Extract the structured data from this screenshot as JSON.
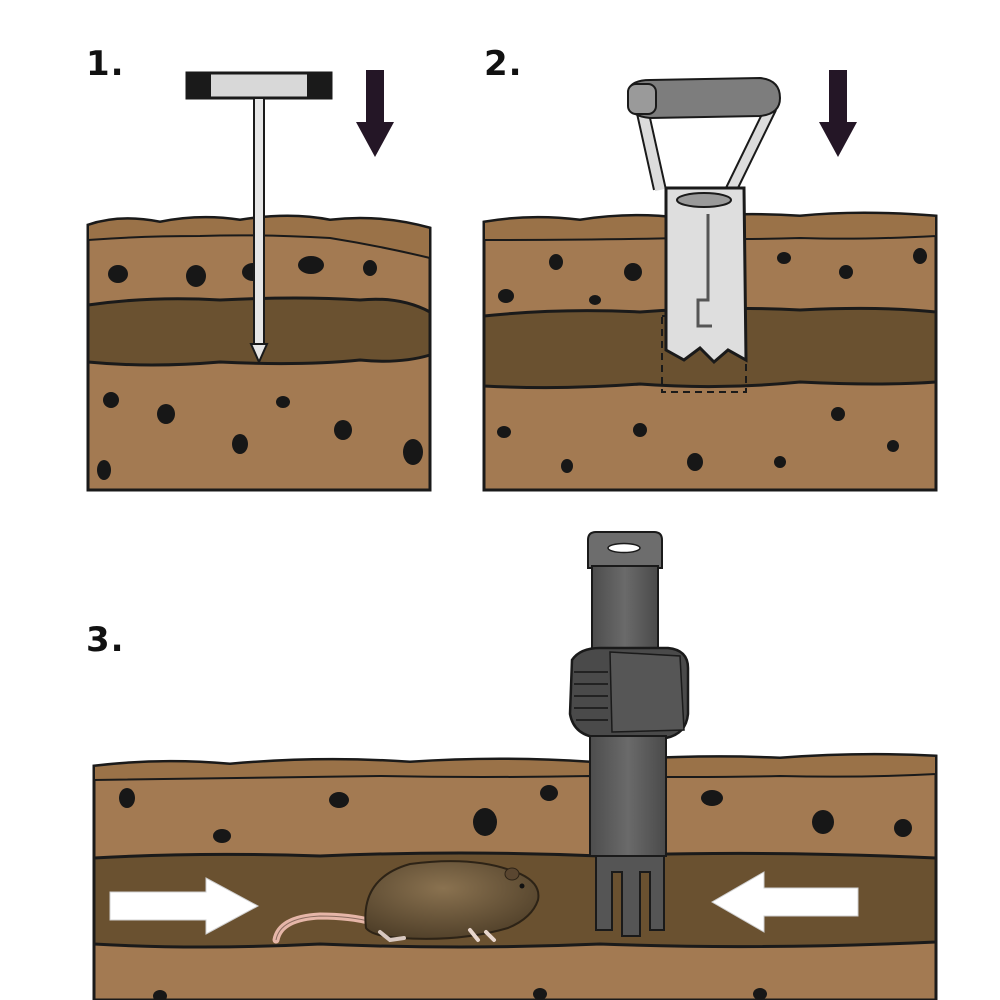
{
  "steps": [
    {
      "number": "1."
    },
    {
      "number": "2."
    },
    {
      "number": "3."
    }
  ],
  "colors": {
    "soil": "#a37a52",
    "soil_top": "#9a7248",
    "tunnel": "#6a5130",
    "stone": "#171717",
    "arrow_dark": "#241626",
    "tool_gray": "#5b5b5b",
    "probe_metal": "#d8d8d8"
  },
  "icons": {
    "down_arrow": "down-arrow-icon",
    "right_arrow": "right-arrow-icon",
    "left_arrow": "left-arrow-icon",
    "probe": "probe-tool-icon",
    "setter": "setter-tool-icon",
    "trap": "trap-icon",
    "gopher": "gopher-icon"
  }
}
